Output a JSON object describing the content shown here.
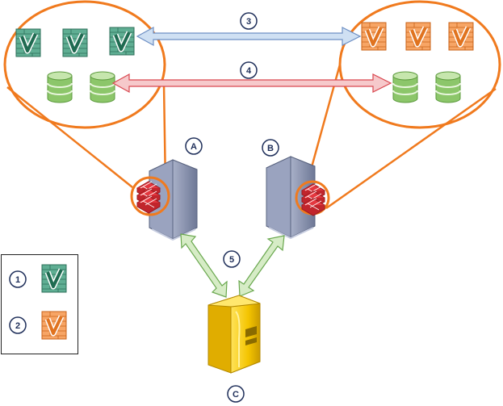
{
  "markers": {
    "m1": "1",
    "m2": "2",
    "m3": "3",
    "m4": "4",
    "m5": "5",
    "a": "A",
    "b": "B",
    "c": "C"
  },
  "colors": {
    "orange_ring": "#f07a1e",
    "green_fw": "#3f9a7c",
    "orange_fw": "#f58a3a",
    "blue_arrow": "#cfe0f3",
    "blue_arrow_stroke": "#6d8fc4",
    "red_arrow": "#f6c9cb",
    "red_arrow_stroke": "#d9474f",
    "green_arrow": "#d6ecc6",
    "green_arrow_stroke": "#6aa84f",
    "server_body": "#8b95b2",
    "terminal_yellow": "#f4c400",
    "marker_stroke": "#1f2f5a"
  },
  "icons": {
    "green_firewall": "firewall-check-icon",
    "orange_firewall": "firewall-check-icon",
    "database": "database-icon",
    "server": "server-icon",
    "terminal": "terminal-icon",
    "red_firewall": "firewall-icon"
  }
}
